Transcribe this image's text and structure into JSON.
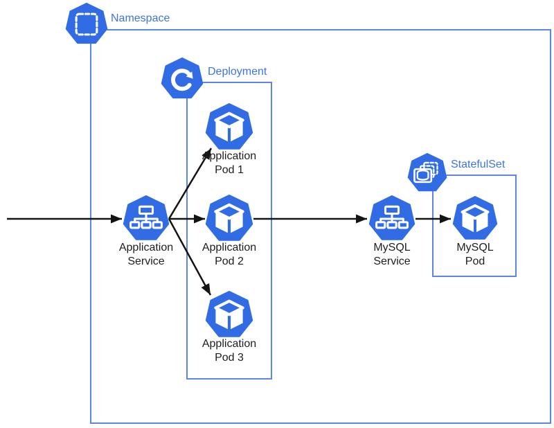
{
  "colors": {
    "icon_blue": "#326CE5",
    "boundary_blue": "#5b86e8",
    "label_blue": "#3e73e3",
    "text_black": "#1d1d1f",
    "arrow_black": "#141414",
    "bg_white": "#ffffff"
  },
  "boundaries": {
    "namespace": "Namespace",
    "deployment": "Deployment",
    "statefulset": "StatefulSet"
  },
  "nodes": {
    "app_service": "Application\nService",
    "app_pod_1": "Application\nPod 1",
    "app_pod_2": "Application\nPod 2",
    "app_pod_3": "Application\nPod 3",
    "mysql_service": "MySQL\nService",
    "mysql_pod": "MySQL\nPod"
  },
  "icons": {
    "namespace": "namespace-icon",
    "deployment": "deployment-icon",
    "statefulset": "statefulset-icon",
    "service": "service-icon",
    "pod": "pod-icon"
  }
}
